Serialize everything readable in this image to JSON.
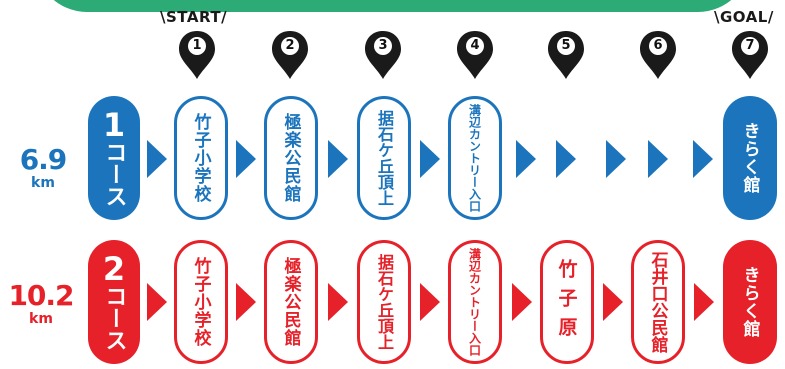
{
  "colors": {
    "course1": "#1c75bc",
    "course2": "#e62129",
    "top_band": "#2dab77",
    "pin": "#1a1a1a"
  },
  "markers": {
    "start_label": "START",
    "goal_label": "GOAL",
    "stops": [
      "1",
      "2",
      "3",
      "4",
      "5",
      "6",
      "7"
    ]
  },
  "course1": {
    "number": "1",
    "label": "コース",
    "distance": "6.9",
    "unit": "km",
    "stops": [
      "竹子小学校",
      "極楽公民館",
      "据石ケ丘頂上",
      "溝辺カントリー入口",
      "",
      "",
      "きらく館"
    ]
  },
  "course2": {
    "number": "2",
    "label": "コース",
    "distance": "10.2",
    "unit": "km",
    "stops": [
      "竹子小学校",
      "極楽公民館",
      "据石ケ丘頂上",
      "溝辺カントリー入口",
      "竹子原",
      "石井口公民館",
      "きらく館"
    ]
  }
}
